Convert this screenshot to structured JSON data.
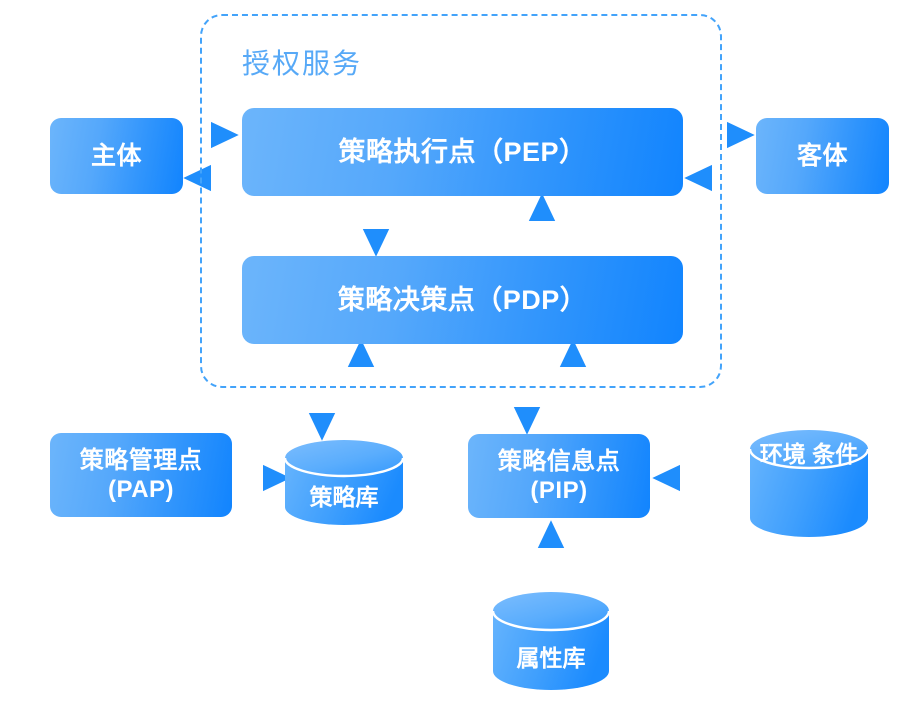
{
  "diagram": {
    "title_zone": "授权服务",
    "colors": {
      "accent": "#1890ff",
      "box_gradient_start": "#6cb5fb",
      "box_gradient_end": "#1184fe",
      "dashed_border": "#43a3fa",
      "zone_title": "#57a9f7",
      "arrow": "#1f8efc",
      "cylinder_top": "#6fb8fc",
      "cylinder_body_start": "#5cb0fd",
      "cylinder_body_end": "#2f96fd",
      "background": "#ffffff",
      "text_on_box": "#ffffff"
    },
    "nodes": {
      "subject": "主体",
      "object": "客体",
      "pep": "策略执行点（PEP）",
      "pdp": "策略决策点（PDP）",
      "pap_line1": "策略管理点",
      "pap_line2": "(PAP)",
      "pip_line1": "策略信息点",
      "pip_line2": "(PIP)"
    },
    "stores": {
      "policy_db": "策略库",
      "environment_line1": "环境",
      "environment_line2": "条件",
      "attribute_db": "属性库"
    },
    "edges": [
      {
        "from": "subject",
        "to": "pep",
        "direction": "right"
      },
      {
        "from": "pep",
        "to": "subject",
        "direction": "left"
      },
      {
        "from": "pep",
        "to": "object",
        "direction": "right"
      },
      {
        "from": "object",
        "to": "pep",
        "direction": "left"
      },
      {
        "from": "pep",
        "to": "pdp",
        "direction": "down"
      },
      {
        "from": "pdp",
        "to": "pep",
        "direction": "up"
      },
      {
        "from": "pdp",
        "to": "policy_db",
        "direction": "down"
      },
      {
        "from": "policy_db",
        "to": "pdp",
        "direction": "up"
      },
      {
        "from": "pdp",
        "to": "pip",
        "direction": "down"
      },
      {
        "from": "pip",
        "to": "pdp",
        "direction": "up"
      },
      {
        "from": "pap",
        "to": "policy_db",
        "direction": "right"
      },
      {
        "from": "environment",
        "to": "pip",
        "direction": "left"
      },
      {
        "from": "attribute_db",
        "to": "pip",
        "direction": "up"
      }
    ]
  }
}
